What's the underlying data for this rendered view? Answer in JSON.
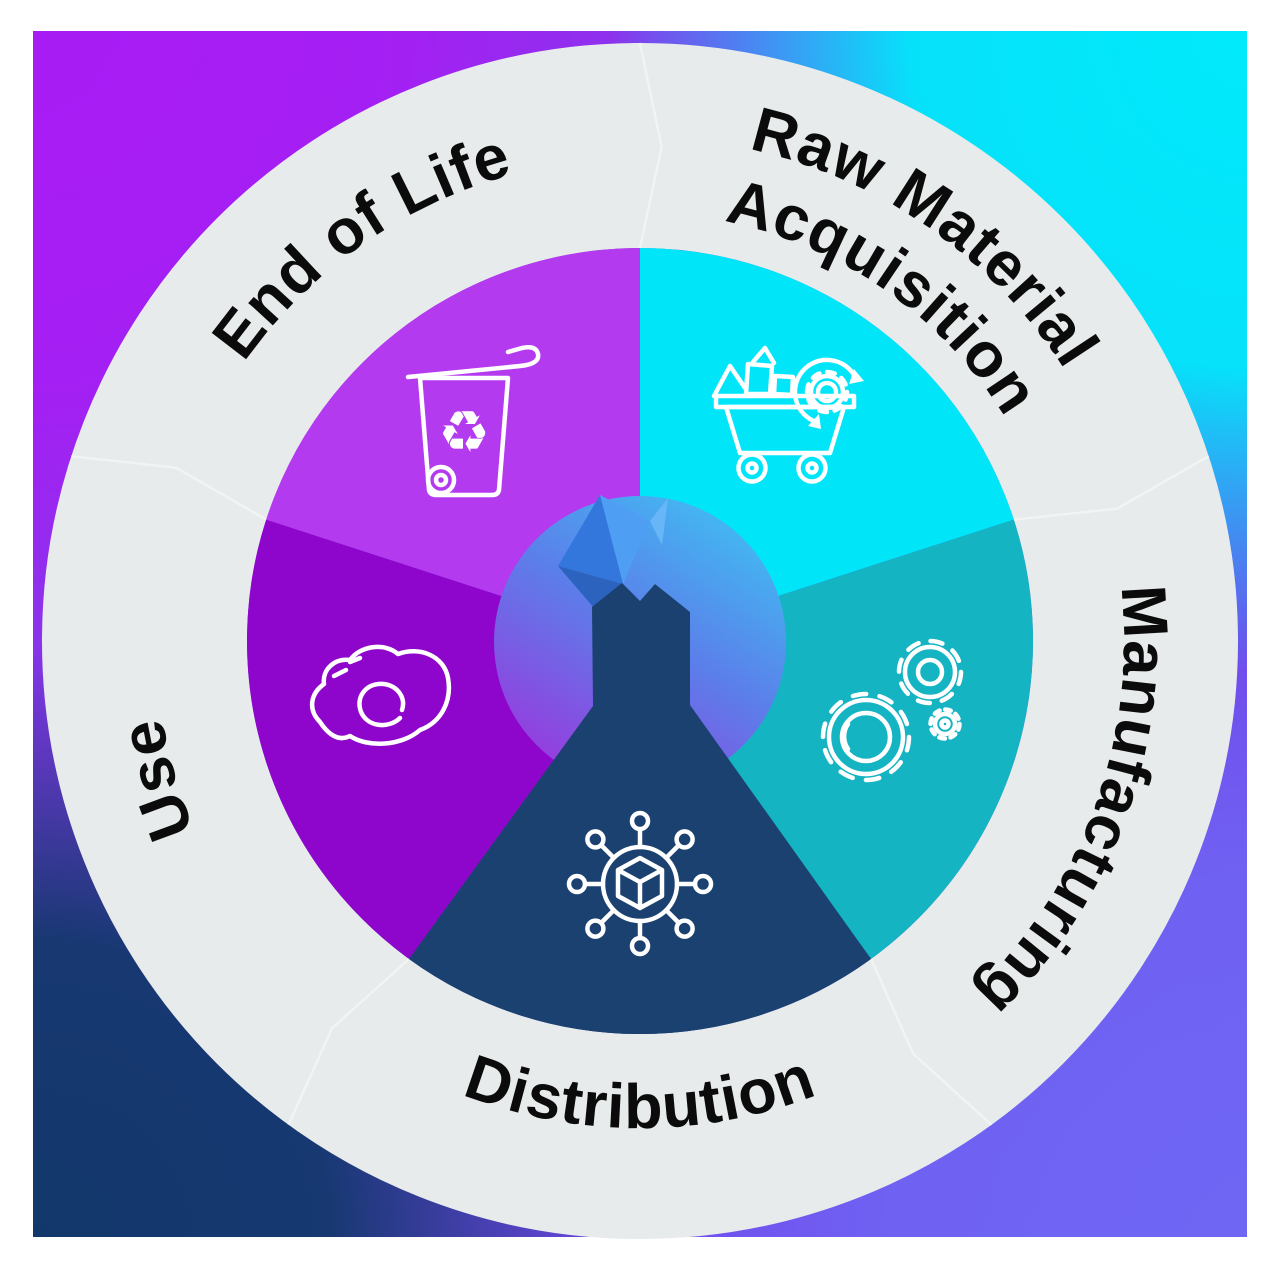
{
  "figure": {
    "type": "circular-product-lifecycle-diagram",
    "stages": [
      {
        "id": "raw-material-acquisition",
        "label_line1": "Raw Material",
        "label_line2": "Acquisition",
        "wedge_color": "#00E6F8",
        "icon": "mining-cart-icon"
      },
      {
        "id": "manufacturing",
        "label": "Manufacturing",
        "wedge_color": "#14B4C3",
        "icon": "gears-icon"
      },
      {
        "id": "distribution",
        "label": "Distribution",
        "wedge_color": "#1B4170",
        "icon": "distribution-network-icon"
      },
      {
        "id": "use",
        "label": "Use",
        "wedge_color": "#8E06CB",
        "icon": "hand-icon"
      },
      {
        "id": "end-of-life",
        "label": "End of Life",
        "wedge_color": "#B43AF0",
        "icon": "recycle-bin-icon",
        "glyph": "♻"
      }
    ],
    "ring": {
      "color": "#E8EBEB",
      "divider_color": "#F3F6F6"
    },
    "label_color": "#0B0B0B",
    "background": {
      "top_left": "#A81CF4",
      "top_right": "#00EAFB",
      "bottom_left": "#12386B",
      "bottom_right": "#6F66F4"
    },
    "center": {
      "icon": "mountain-in-circle-icon",
      "gradient_top": "#41BCF2",
      "gradient_mid": "#5B7FEA",
      "gradient_bottom": "#9B36DD",
      "mountain_color": "#1B4170"
    }
  }
}
